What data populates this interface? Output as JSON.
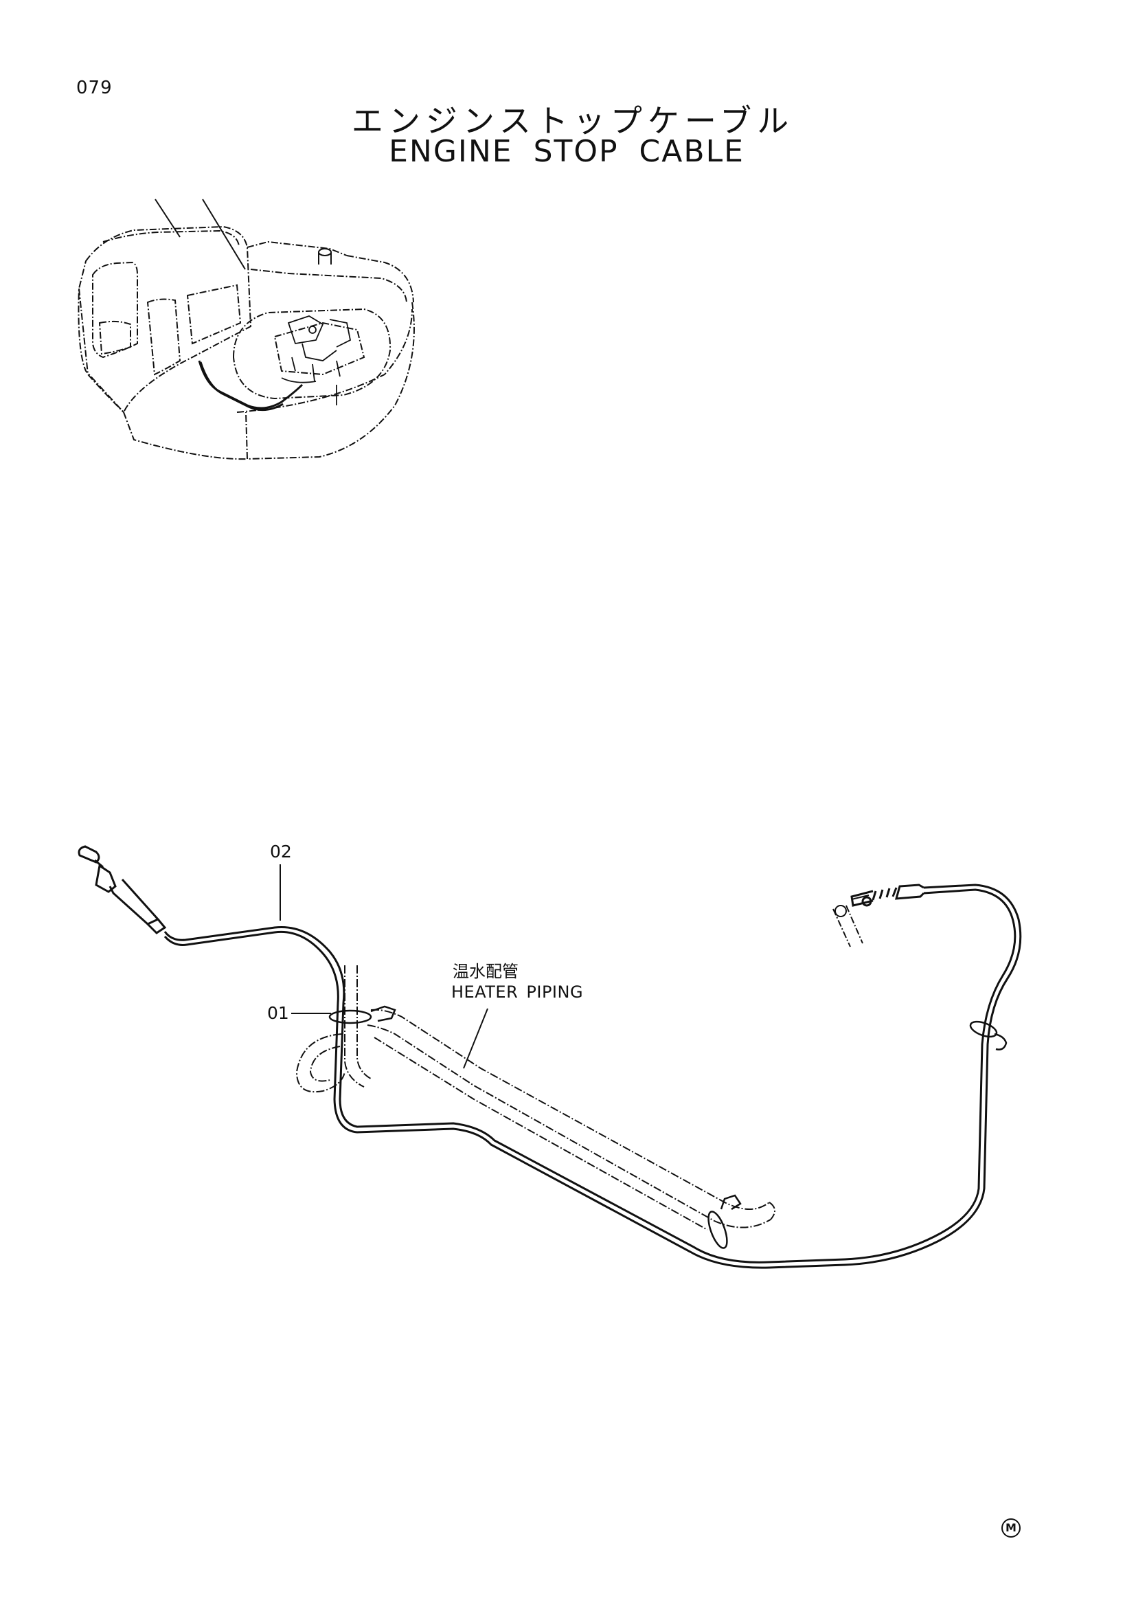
{
  "page": {
    "number": "079",
    "title_jp": "エンジンストップケーブル",
    "title_en": "ENGINE STOP CABLE"
  },
  "callouts": {
    "part_02": "02",
    "part_01": "01",
    "heater_piping_jp": "温水配管",
    "heater_piping_en": "HEATER PIPING"
  },
  "footer": {
    "mark": "M"
  },
  "colors": {
    "line": "#111111",
    "background": "#ffffff"
  }
}
